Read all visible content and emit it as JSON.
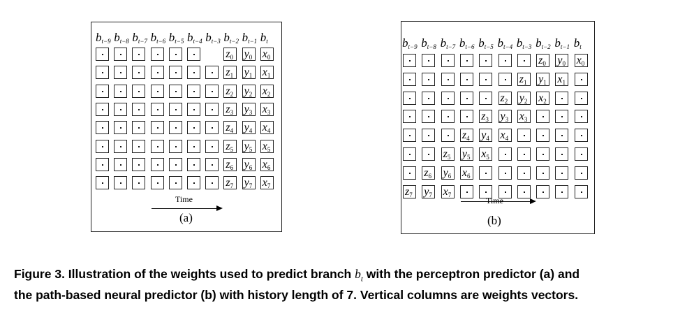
{
  "columns": {
    "labels": [
      "b_{t-9}",
      "b_{t-8}",
      "b_{t-7}",
      "b_{t-6}",
      "b_{t-5}",
      "b_{t-4}",
      "b_{t-3}",
      "b_{t-2}",
      "b_{t-1}",
      "b_t"
    ],
    "base": "b",
    "subscripts": [
      "t−9",
      "t−8",
      "t−7",
      "t−6",
      "t−5",
      "t−4",
      "t−3",
      "t−2",
      "t−1",
      "t"
    ]
  },
  "panel_a": {
    "label": "(a)",
    "axis_label": "Time",
    "weights": {
      "z": [
        "0",
        "1",
        "2",
        "3",
        "4",
        "5",
        "6",
        "7"
      ],
      "y": [
        "0",
        "1",
        "2",
        "3",
        "4",
        "5",
        "6",
        "7"
      ],
      "x": [
        "0",
        "1",
        "2",
        "3",
        "4",
        "5",
        "6",
        "7"
      ]
    }
  },
  "panel_b": {
    "label": "(b)",
    "axis_label": "Time"
  },
  "caption": {
    "prefix": "Figure 3. Illustration of the weights used to predict branch ",
    "branch_base": "b",
    "branch_sub": "t",
    "rest_line1": " with the perceptron predictor (a) and",
    "line2": "the path-based neural predictor (b) with history length of 7. Vertical columns are weights vectors."
  }
}
